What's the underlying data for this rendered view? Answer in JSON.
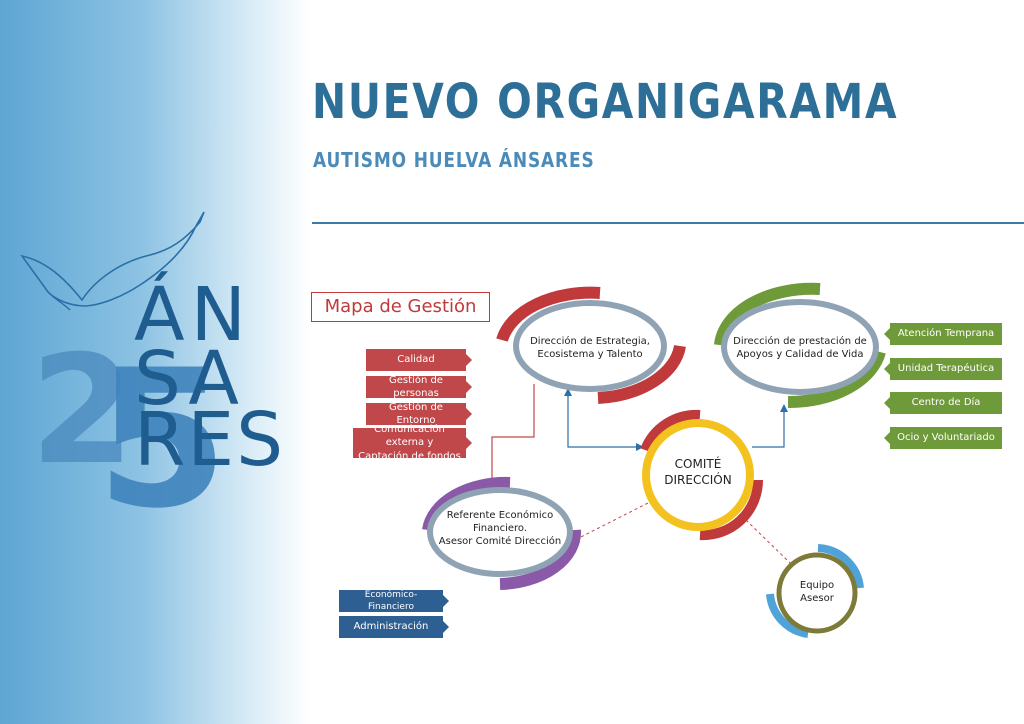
{
  "header": {
    "title": "NUEVO ORGANIGARAMA",
    "subtitle": "AUTISMO HUELVA ÁNSARES"
  },
  "logo": {
    "number": "25",
    "word_lines": [
      "ÁN",
      "SA",
      "RES"
    ],
    "icon": "flying-bird-icon"
  },
  "map": {
    "title": "Mapa de Gestión"
  },
  "nodes": {
    "estrategia": "Dirección de Estrategia,\nEcosistema y  Talento",
    "prestacion": "Dirección de prestación de\nApoyos y Calidad de Vida",
    "comite": "COMITÉ\nDIRECCIÓN",
    "referente": "Referente Económico\nFinanciero.\nAsesor Comité Dirección",
    "equipo": "Equipo\nAsesor"
  },
  "left_tags": [
    "Calidad",
    "Gestión de personas",
    "Gestión de Entorno",
    "Comunicación externa y\nCaptación de fondos"
  ],
  "right_tags": [
    "Atención Temprana",
    "Unidad Terapéutica",
    "Centro de Día",
    "Ocio y Voluntariado"
  ],
  "bottom_tags": [
    "Económico-Financiero",
    "Administración"
  ],
  "colors": {
    "title": "#2e6f97",
    "subtitle": "#4a8bb9",
    "red": "#c0484a",
    "green": "#6f9a3a",
    "blue": "#2e5f92",
    "purple": "#8a5aa8",
    "yellow": "#f3c21f",
    "node_ring": "#8fa3b4"
  }
}
